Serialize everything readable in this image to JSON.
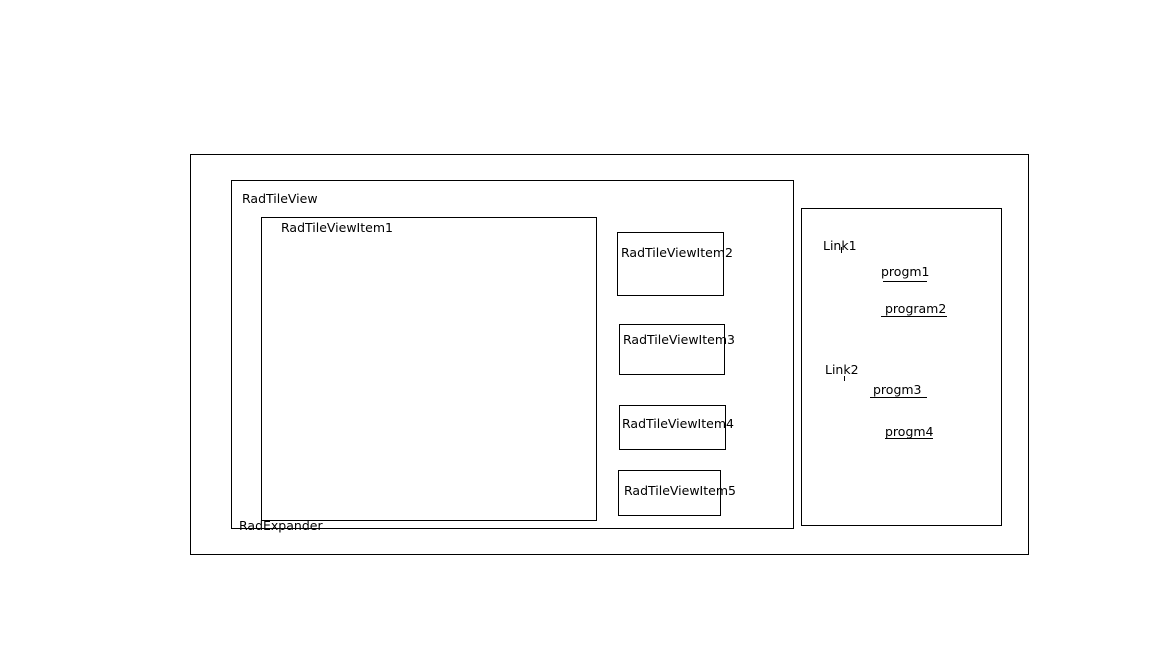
{
  "diagram": {
    "outer_label": "",
    "expander_label": "RadExpander",
    "tileview_label": "RadTileView",
    "tile_items": [
      {
        "label": "RadTileViewItem1"
      },
      {
        "label": "RadTileViewItem2"
      },
      {
        "label": "RadTileViewItem3"
      },
      {
        "label": "RadTileViewItem4"
      },
      {
        "label": "RadTileViewItem5"
      }
    ],
    "links_panel": {
      "groups": [
        {
          "label": "Link1",
          "items": [
            "progm1",
            "program2"
          ]
        },
        {
          "label": "Link2",
          "items": [
            "progm3",
            "progm4"
          ]
        }
      ]
    }
  }
}
